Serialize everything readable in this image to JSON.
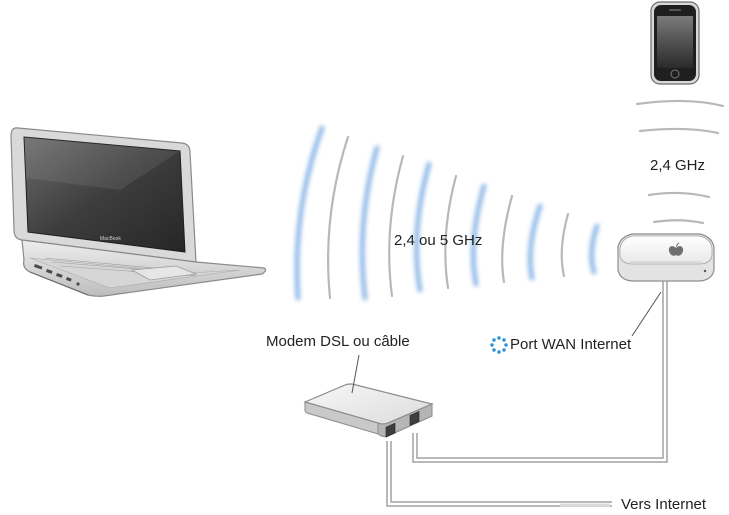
{
  "labels": {
    "band_dual": "2,4 ou 5 GHz",
    "band_single": "2,4 GHz",
    "modem": "Modem DSL ou câble",
    "wan_port": "Port WAN Internet",
    "internet": "Vers Internet",
    "laptop_badge": "MacBook"
  },
  "colors": {
    "wave_blue": "#8db7e6",
    "wave_grey": "#b8b8b8",
    "cable": "#9a9a9a",
    "port_icon": "#2a8fd4",
    "text": "#222222"
  },
  "icons": {
    "wan_port": "port-wan-icon"
  }
}
